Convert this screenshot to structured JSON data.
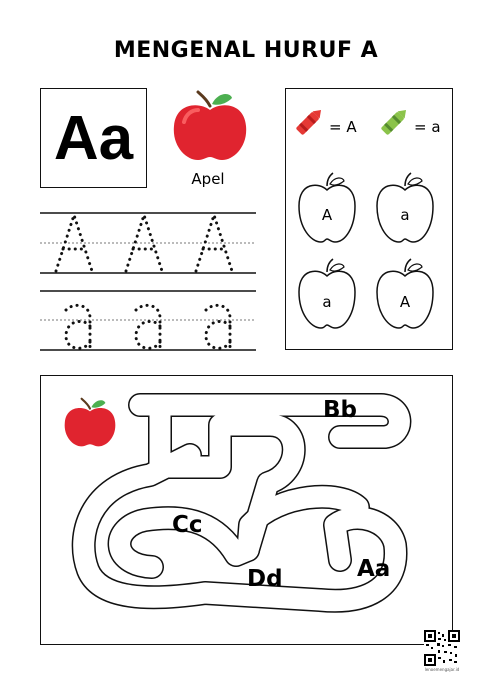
{
  "title": "MENGENAL HURUF A",
  "letter_card": {
    "letter": "Aa"
  },
  "picture": {
    "label": "Apel",
    "icon": "apple-icon"
  },
  "tracing": {
    "row1_letter": "A",
    "row2_letter": "a"
  },
  "coloring": {
    "legend": [
      {
        "icon": "red-crayon-icon",
        "color": "#e53935",
        "text": "= A"
      },
      {
        "icon": "green-crayon-icon",
        "color": "#8bc34a",
        "text": "= a"
      }
    ],
    "apples": [
      "A",
      "a",
      "a",
      "A"
    ]
  },
  "maze": {
    "labels": [
      "Bb",
      "Cc",
      "Dd",
      "Aa"
    ],
    "start_icon": "apple-icon"
  },
  "footer": {
    "qr_caption": "lenoemengajar.id",
    "qr_icon": "qr-code-icon"
  }
}
